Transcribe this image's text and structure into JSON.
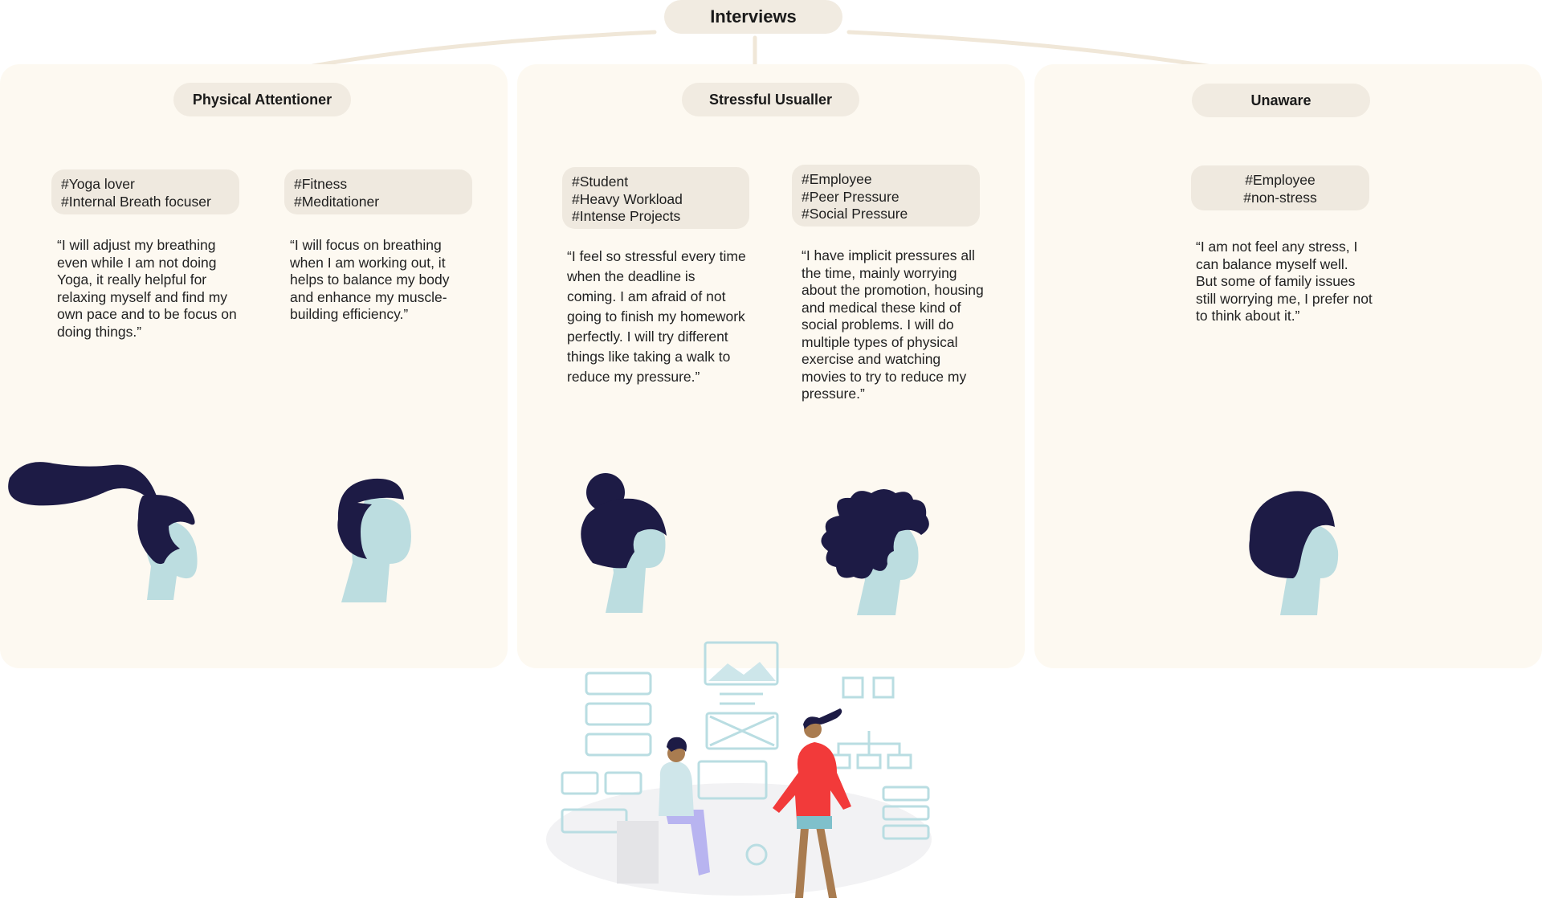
{
  "root": {
    "title": "Interviews"
  },
  "groups": [
    {
      "title": "Physical Attentioner",
      "personas": [
        {
          "tags": [
            "#Yoga lover",
            "#Internal Breath focuser"
          ],
          "quote": "“I will adjust my breathing even while I am not doing Yoga, it really helpful for relaxing myself and find my own pace and to be focus on doing things.”"
        },
        {
          "tags": [
            "#Fitness",
            "#Meditationer"
          ],
          "quote": "“I will focus on breathing when I am working out, it helps to balance my body and enhance my muscle-building efficiency.”"
        }
      ]
    },
    {
      "title": "Stressful Usualler",
      "personas": [
        {
          "tags": [
            "#Student",
            "#Heavy Workload",
            "#Intense Projects"
          ],
          "quote": "“I feel so stressful every time when the deadline is coming. I am afraid of not going to finish my homework perfectly. I will try different things like taking a walk to reduce my pressure.”"
        },
        {
          "tags": [
            "#Employee",
            "#Peer Pressure",
            "#Social Pressure"
          ],
          "quote": "“I have implicit pressures all the time, mainly worrying about the promotion, housing and medical these kind of social problems. I will do multiple types of physical exercise and watching movies to try to reduce my pressure.”"
        }
      ]
    },
    {
      "title": "Unaware",
      "personas": [
        {
          "tags": [
            "#Employee",
            "#non-stress"
          ],
          "quote": "“I am not feel any stress, I can balance myself well. But some of family issues still worrying me, I prefer not to think about it.”"
        }
      ]
    }
  ],
  "colors": {
    "panel": "#fdf9f1",
    "pill": "#f1ebe1",
    "connector": "#f0e7d8",
    "hair": "#1d1b45",
    "skin": "#bcdde0",
    "jacket": "#f23a3a",
    "sketch": "#b9dde2"
  },
  "icons": [
    "yoga-persona-head",
    "fitness-persona-head",
    "student-persona-head",
    "employee-persona-head",
    "unaware-persona-head",
    "interview-scene-illustration"
  ]
}
